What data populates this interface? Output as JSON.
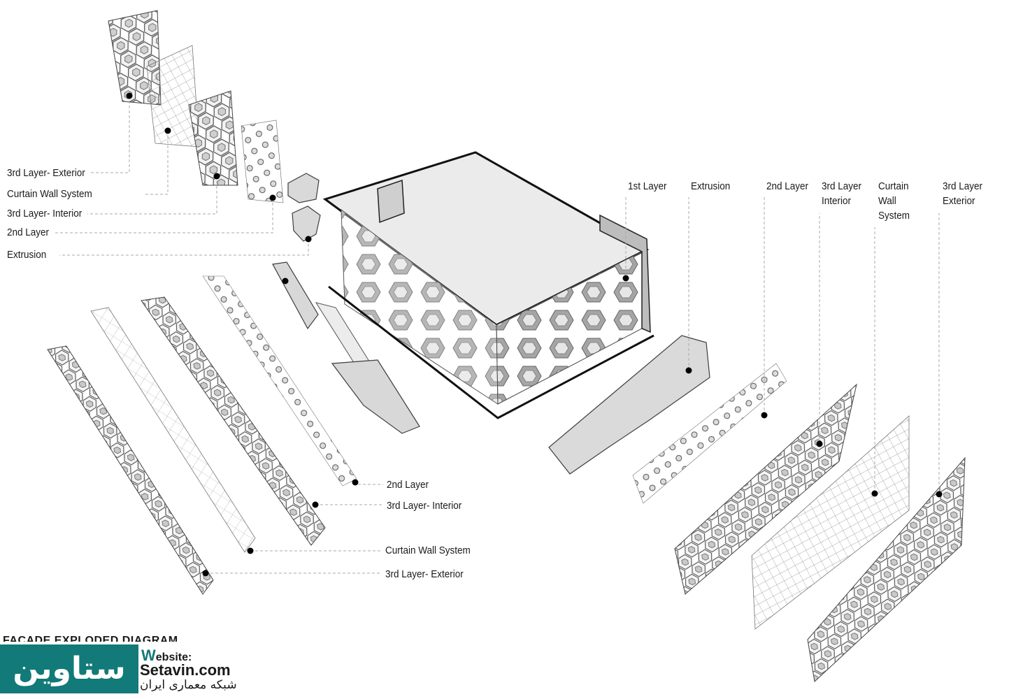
{
  "labels_left_top": {
    "l1": "3rd Layer- Exterior",
    "l2": "Curtain Wall System",
    "l3": "3rd Layer- Interior",
    "l4": "2nd Layer",
    "l5": "Extrusion"
  },
  "labels_bottom": {
    "l1": "2nd Layer",
    "l2": "3rd Layer- Interior",
    "l3": "Curtain Wall System",
    "l4": "3rd Layer- Exterior"
  },
  "labels_right": {
    "first_layer": "1st Layer",
    "extrusion": "Extrusion",
    "second_layer": "2nd Layer",
    "third_interior_1": "3rd Layer",
    "third_interior_2": "Interior",
    "curtain_1": "Curtain",
    "curtain_2": "Wall",
    "curtain_3": "System",
    "third_exterior_1": "3rd Layer",
    "third_exterior_2": "Exterior"
  },
  "footer": {
    "title": "FACADE EXPLODED DIAGRAM",
    "brand_logo_text": "ستاوین",
    "website_label": "ebsite:",
    "website_label_initial": "W",
    "website_url": "Setavin.com",
    "website_subtitle": "شبکه معماری ایران"
  },
  "colors": {
    "brand_teal": "#127a78",
    "line_gray": "#a9a9a9",
    "panel_stroke": "#555555",
    "panel_fill": "#e6e6e6"
  }
}
